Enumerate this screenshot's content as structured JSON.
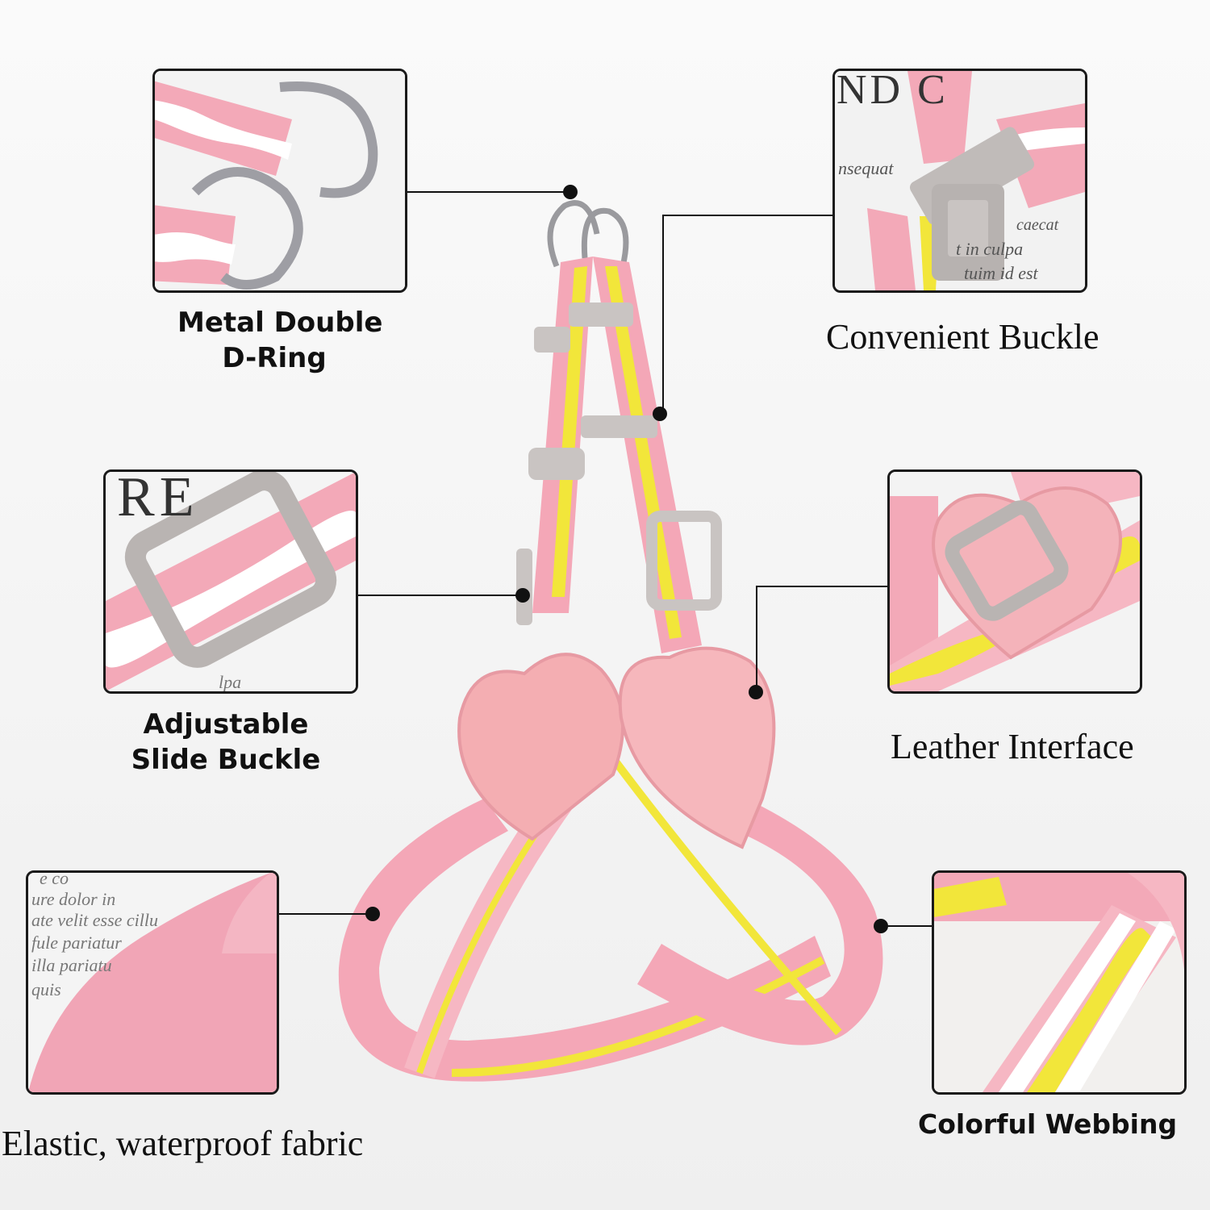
{
  "labels": {
    "d_ring": [
      "Metal Double",
      "D-Ring"
    ],
    "buckle": "Convenient Buckle",
    "slide_buckle": [
      "Adjustable",
      "Slide Buckle"
    ],
    "leather": "Leather Interface",
    "fabric": "Elastic, waterproof fabric",
    "webbing": "Colorful Webbing"
  },
  "decor_text": {
    "buckle_photo": [
      "ND C",
      "nsequat",
      "caecat",
      "t in culpa",
      "tuim id est"
    ],
    "slide_photo": [
      "RE",
      "lpa"
    ],
    "fabric_photo": [
      "e co",
      "ure dolor in",
      "ate velit esse cillu",
      "fule pariatur",
      "illa pariatu",
      "quis"
    ]
  },
  "colors": {
    "pink": "#f3a9b8",
    "light_pink": "#f7c3cc",
    "yellow": "#f2e63a",
    "white": "#ffffff",
    "grey_buckle": "#b9b4b2",
    "metal": "#9a9a9e",
    "leader": "#111111"
  }
}
